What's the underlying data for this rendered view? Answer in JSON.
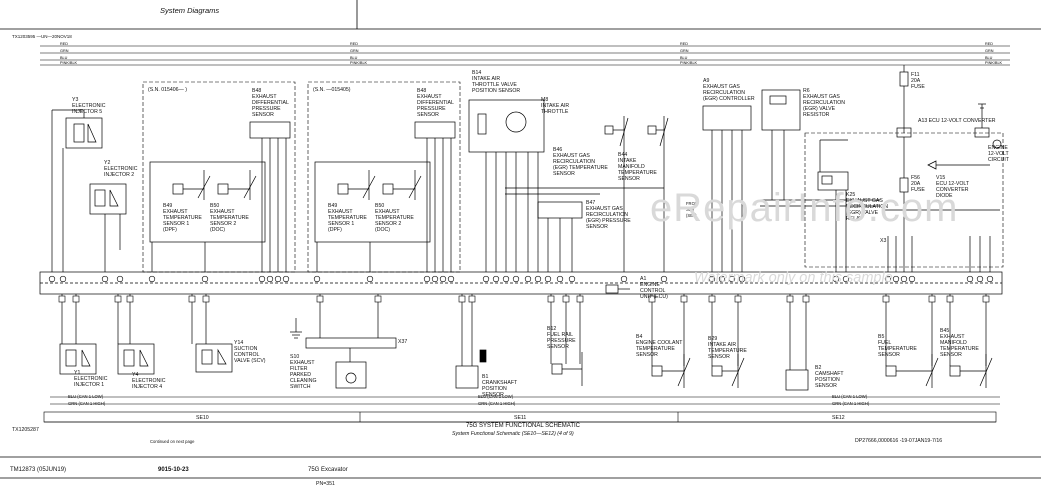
{
  "header": {
    "section": "System Diagrams",
    "ref_top": "TX1203595 —UN—20NOV18"
  },
  "rails": [
    {
      "label": "RED",
      "y": 46,
      "drop": [
        52,
        105,
        352,
        418,
        682,
        911
      ]
    },
    {
      "label": "GRN",
      "y": 53,
      "drop": [
        140,
        355,
        420,
        686,
        908
      ]
    },
    {
      "label": "BLU",
      "y": 60,
      "drop": [
        272,
        358,
        422,
        690,
        915
      ]
    },
    {
      "label": "PINK",
      "y": 65,
      "drop": [
        160,
        360,
        428,
        694,
        918
      ]
    }
  ],
  "rail_text": [
    "RED",
    "GRN",
    "BLU",
    "PINK/BLK"
  ],
  "components": {
    "y3": [
      "Y3",
      "ELECTRONIC",
      "INJECTOR 5"
    ],
    "y2": [
      "Y2",
      "ELECTRONIC",
      "INJECTOR 2"
    ],
    "sn1": "(S.N. 015406— )",
    "sn2": "(S.N. —015405)",
    "b48a": [
      "B48",
      "EXHAUST",
      "DIFFERENTIAL",
      "PRESSURE",
      "SENSOR"
    ],
    "b48b": [
      "B48",
      "EXHAUST",
      "DIFFERENTIAL",
      "PRESSURE",
      "SENSOR"
    ],
    "b49a": [
      "B49",
      "EXHAUST",
      "TEMPERATURE",
      "SENSOR 1",
      "(DPF)"
    ],
    "b50a": [
      "B50",
      "EXHAUST",
      "TEMPERATURE",
      "SENSOR 2",
      "(DOC)"
    ],
    "b49b": [
      "B49",
      "EXHAUST",
      "TEMPERATURE",
      "SENSOR 1",
      "(DPF)"
    ],
    "b50b": [
      "B50",
      "EXHAUST",
      "TEMPERATURE",
      "SENSOR 2",
      "(DOC)"
    ],
    "b14": [
      "B14",
      "INTAKE AIR",
      "THROTTLE VALVE",
      "POSITION SENSOR"
    ],
    "m8": [
      "M8",
      "INTAKE AIR",
      "THROTTLE"
    ],
    "b46": [
      "B46",
      "EXHAUST GAS",
      "RECIRCULATION",
      "(EGR) TEMPERATURE",
      "SENSOR"
    ],
    "b44": [
      "B44",
      "INTAKE",
      "MANIFOLD",
      "TEMPERATURE",
      "SENSOR"
    ],
    "b47": [
      "B47",
      "EXHAUST GAS",
      "RECIRCULATION",
      "(EGR) PRESSURE",
      "SENSOR"
    ],
    "a9": [
      "A9",
      "EXHAUST GAS",
      "RECIRCULATION",
      "(EGR) CONTROLLER"
    ],
    "r6": [
      "R6",
      "EXHAUST GAS",
      "RECIRCULATION",
      "(EGR) VALVE",
      "RESISTOR"
    ],
    "f11": [
      "F11",
      "20A",
      "FUSE"
    ],
    "a13": "A13 ECU 12-VOLT CONVERTER",
    "engine": [
      "ENGINE",
      "12-VOLT",
      "CIRCUIT"
    ],
    "k25": [
      "K25",
      "EXHAUST GAS",
      "RECIRCULATION",
      "(EGR) VALVE",
      "RELAY"
    ],
    "f56": [
      "F56",
      "20A",
      "FUSE"
    ],
    "v15": [
      "V15",
      "ECU 12-VOLT",
      "CONVERTER",
      "DIODE"
    ],
    "a1": [
      "A1",
      "ENGINE",
      "CONTROL",
      "UNIT (ECU)"
    ],
    "y1": [
      "Y1",
      "ELECTRONIC",
      "INJECTOR 1"
    ],
    "y4": [
      "Y4",
      "ELECTRONIC",
      "INJECTOR 4"
    ],
    "y14": [
      "Y14",
      "SUCTION",
      "CONTROL",
      "VALVE (SCV)"
    ],
    "s10": [
      "S10",
      "EXHAUST",
      "FILTER",
      "PARKED",
      "CLEANING",
      "SWITCH"
    ],
    "x37": "X37",
    "b1": [
      "B1",
      "CRANKSHAFT",
      "POSITION",
      "SENSOR"
    ],
    "b12": [
      "B12",
      "FUEL RAIL",
      "PRESSURE",
      "SENSOR"
    ],
    "b4": [
      "B4",
      "ENGINE COOLANT",
      "TEMPERATURE",
      "SENSOR"
    ],
    "b29": [
      "B29",
      "INTAKE AIR",
      "TEMPERATURE",
      "SENSOR"
    ],
    "b2": [
      "B2",
      "CAMSHAFT",
      "POSITION",
      "SENSOR"
    ],
    "b5": [
      "B5",
      "FUEL",
      "TEMPERATURE",
      "SENSOR"
    ],
    "b45": [
      "B45",
      "EXHAUST",
      "MANIFOLD",
      "TEMPERATURE",
      "SENSOR"
    ],
    "x3": "X3",
    "fromsa": [
      "FROM",
      "SE8",
      "(SE8)"
    ]
  },
  "can": {
    "low": "BLU (CAN 1 LOW)",
    "high": "GRN (CAN 1 HIGH)"
  },
  "sections": [
    "SE10",
    "SE11",
    "SE12"
  ],
  "schematic_title": "75G SYSTEM FUNCTIONAL SCHEMATIC",
  "schematic_sub": "System Functional Schematic (SE10—SE12) (4 of 9)",
  "continued": "Continued on next page",
  "left_ref": "TX1205287",
  "right_ref": "DP27666,0000616 -19-07JAN19-7/16",
  "footer": {
    "manual": "TM12873 (05JUN19)",
    "page": "9015-10-23",
    "model": "75G Excavator",
    "sub": "PN=351"
  },
  "watermark": {
    "main": "eRepairInfo.com",
    "sub": "Watermark only on this sample"
  }
}
